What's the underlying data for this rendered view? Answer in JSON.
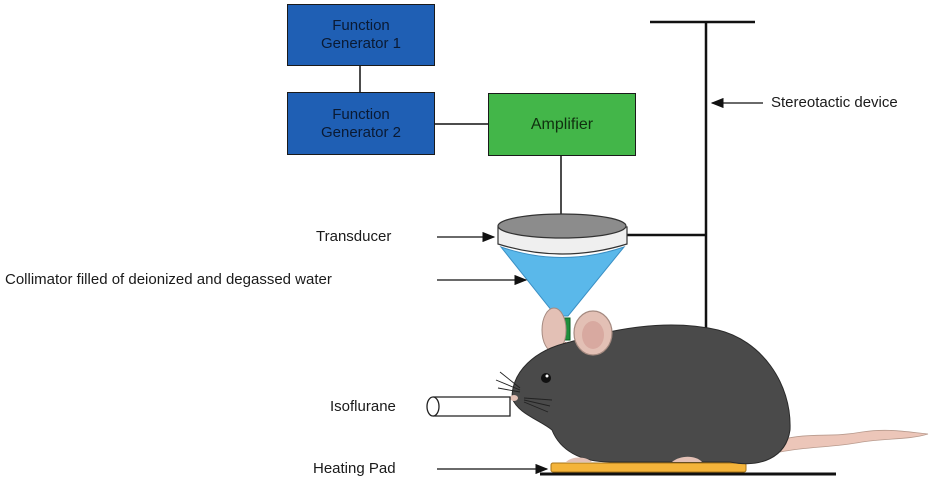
{
  "boxes": {
    "fg1": {
      "line1": "Function",
      "line2": "Generator 1"
    },
    "fg2": {
      "line1": "Function",
      "line2": "Generator 2"
    },
    "amplifier": "Amplifier"
  },
  "labels": {
    "stereotactic": "Stereotactic device",
    "transducer": "Transducer",
    "collimator": "Collimator filled of deionized and degassed water",
    "isoflurane": "Isoflurane",
    "heating_pad": "Heating Pad"
  },
  "colors": {
    "function_generator": "#1f5fb4",
    "amplifier": "#43b649",
    "collimator_water": "#5ab8ea",
    "mouse_body": "#4a4a4a",
    "mouse_ear": "#e3c0b5",
    "heating_pad": "#f4b43a"
  }
}
